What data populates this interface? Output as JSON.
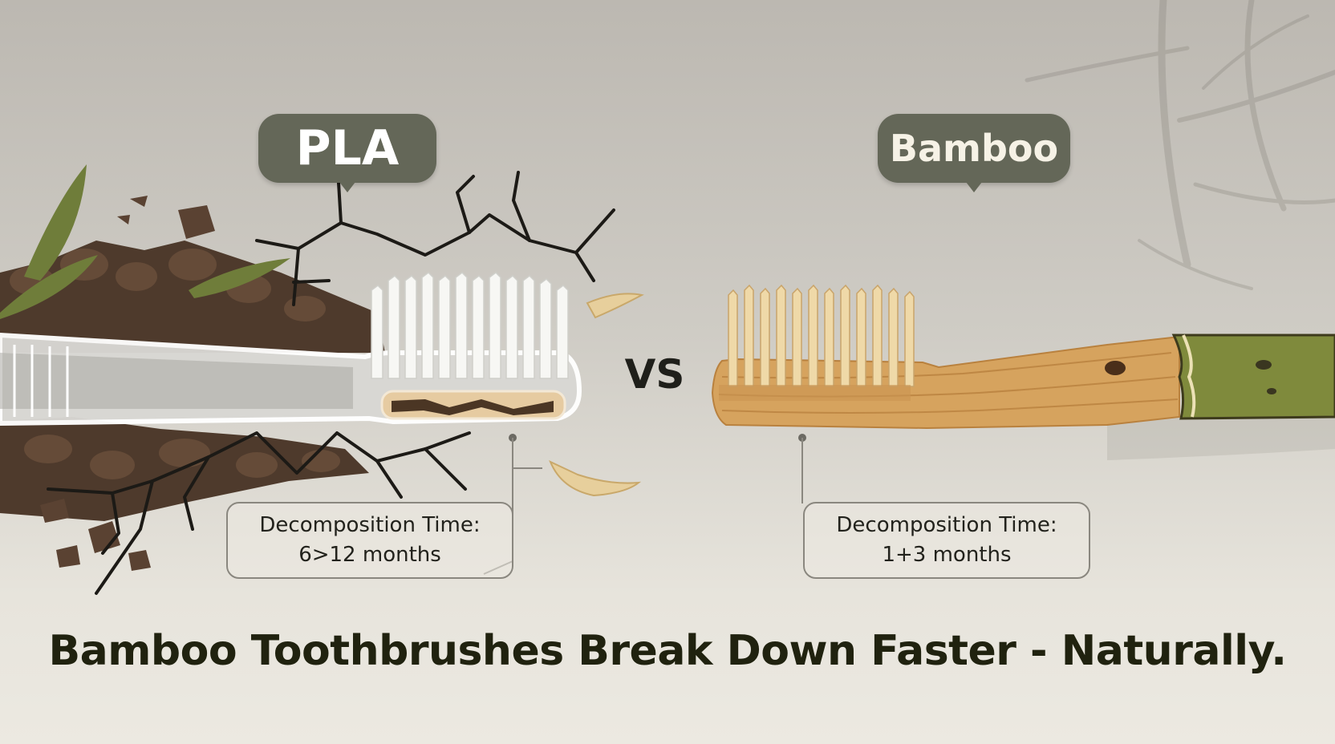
{
  "labels": {
    "pla": "PLA",
    "bamboo": "Bamboo",
    "vs": "VS"
  },
  "pla_box": {
    "title": "Decomposition Time:",
    "value": "6>12 months"
  },
  "bamboo_box": {
    "title": "Decomposition Time:",
    "value": "1+3 months"
  },
  "headline": "Bamboo Toothbrushes Break Down Faster - Naturally.",
  "colors": {
    "pill": "#646758",
    "soil": "#5a4232",
    "bamboo_wood": "#d9a865",
    "bamboo_stalk": "#7f8a3c",
    "headline": "#20220f"
  }
}
